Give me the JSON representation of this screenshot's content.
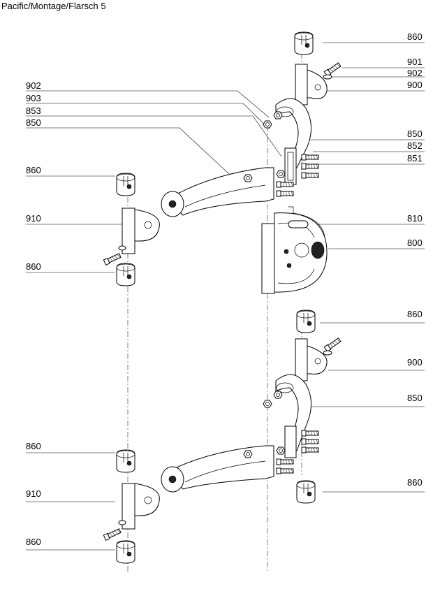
{
  "title": "Pacific/Montage/Flarsch 5",
  "labels": [
    {
      "id": "l860a",
      "text": "860"
    },
    {
      "id": "l901",
      "text": "901"
    },
    {
      "id": "l902r",
      "text": "902"
    },
    {
      "id": "l900a",
      "text": "900"
    },
    {
      "id": "l902l",
      "text": "902"
    },
    {
      "id": "l903",
      "text": "903"
    },
    {
      "id": "l853",
      "text": "853"
    },
    {
      "id": "l850l",
      "text": "850"
    },
    {
      "id": "l850a",
      "text": "850"
    },
    {
      "id": "l852",
      "text": "852"
    },
    {
      "id": "l851",
      "text": "851"
    },
    {
      "id": "l860b",
      "text": "860"
    },
    {
      "id": "l910a",
      "text": "910"
    },
    {
      "id": "l810",
      "text": "810"
    },
    {
      "id": "l800",
      "text": "800"
    },
    {
      "id": "l860c",
      "text": "860"
    },
    {
      "id": "l860d",
      "text": "860"
    },
    {
      "id": "l900b",
      "text": "900"
    },
    {
      "id": "l850b",
      "text": "850"
    },
    {
      "id": "l860e",
      "text": "860"
    },
    {
      "id": "l860f",
      "text": "860"
    },
    {
      "id": "l910b",
      "text": "910"
    },
    {
      "id": "l860g",
      "text": "860"
    }
  ]
}
